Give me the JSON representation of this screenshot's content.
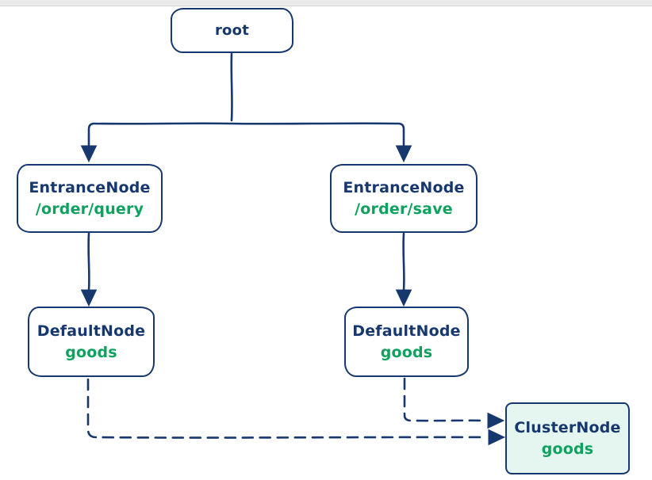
{
  "diagram": {
    "type": "flowchart-tree",
    "nodes": [
      {
        "id": "root",
        "label": "root",
        "sublabel": ""
      },
      {
        "id": "entrance-query",
        "label": "EntranceNode",
        "sublabel": "/order/query"
      },
      {
        "id": "entrance-save",
        "label": "EntranceNode",
        "sublabel": "/order/save"
      },
      {
        "id": "default-query",
        "label": "DefaultNode",
        "sublabel": "goods"
      },
      {
        "id": "default-save",
        "label": "DefaultNode",
        "sublabel": "goods"
      },
      {
        "id": "cluster",
        "label": "ClusterNode",
        "sublabel": "goods"
      }
    ],
    "edges": [
      {
        "from": "root",
        "to": "entrance-query",
        "style": "solid",
        "arrow": "filled-triangle"
      },
      {
        "from": "root",
        "to": "entrance-save",
        "style": "solid",
        "arrow": "filled-triangle"
      },
      {
        "from": "entrance-query",
        "to": "default-query",
        "style": "solid",
        "arrow": "filled-triangle"
      },
      {
        "from": "entrance-save",
        "to": "default-save",
        "style": "solid",
        "arrow": "filled-triangle"
      },
      {
        "from": "default-query",
        "to": "cluster",
        "style": "dashed",
        "arrow": "filled-triangle"
      },
      {
        "from": "default-save",
        "to": "cluster",
        "style": "dashed",
        "arrow": "filled-triangle"
      }
    ],
    "colors": {
      "stroke": "#17386e",
      "label_text": "#17386e",
      "sublabel_text": "#0ea25f",
      "cluster_fill": "#e4f6ef",
      "background": "#ffffff",
      "top_strip": "#e9e9e9"
    }
  }
}
